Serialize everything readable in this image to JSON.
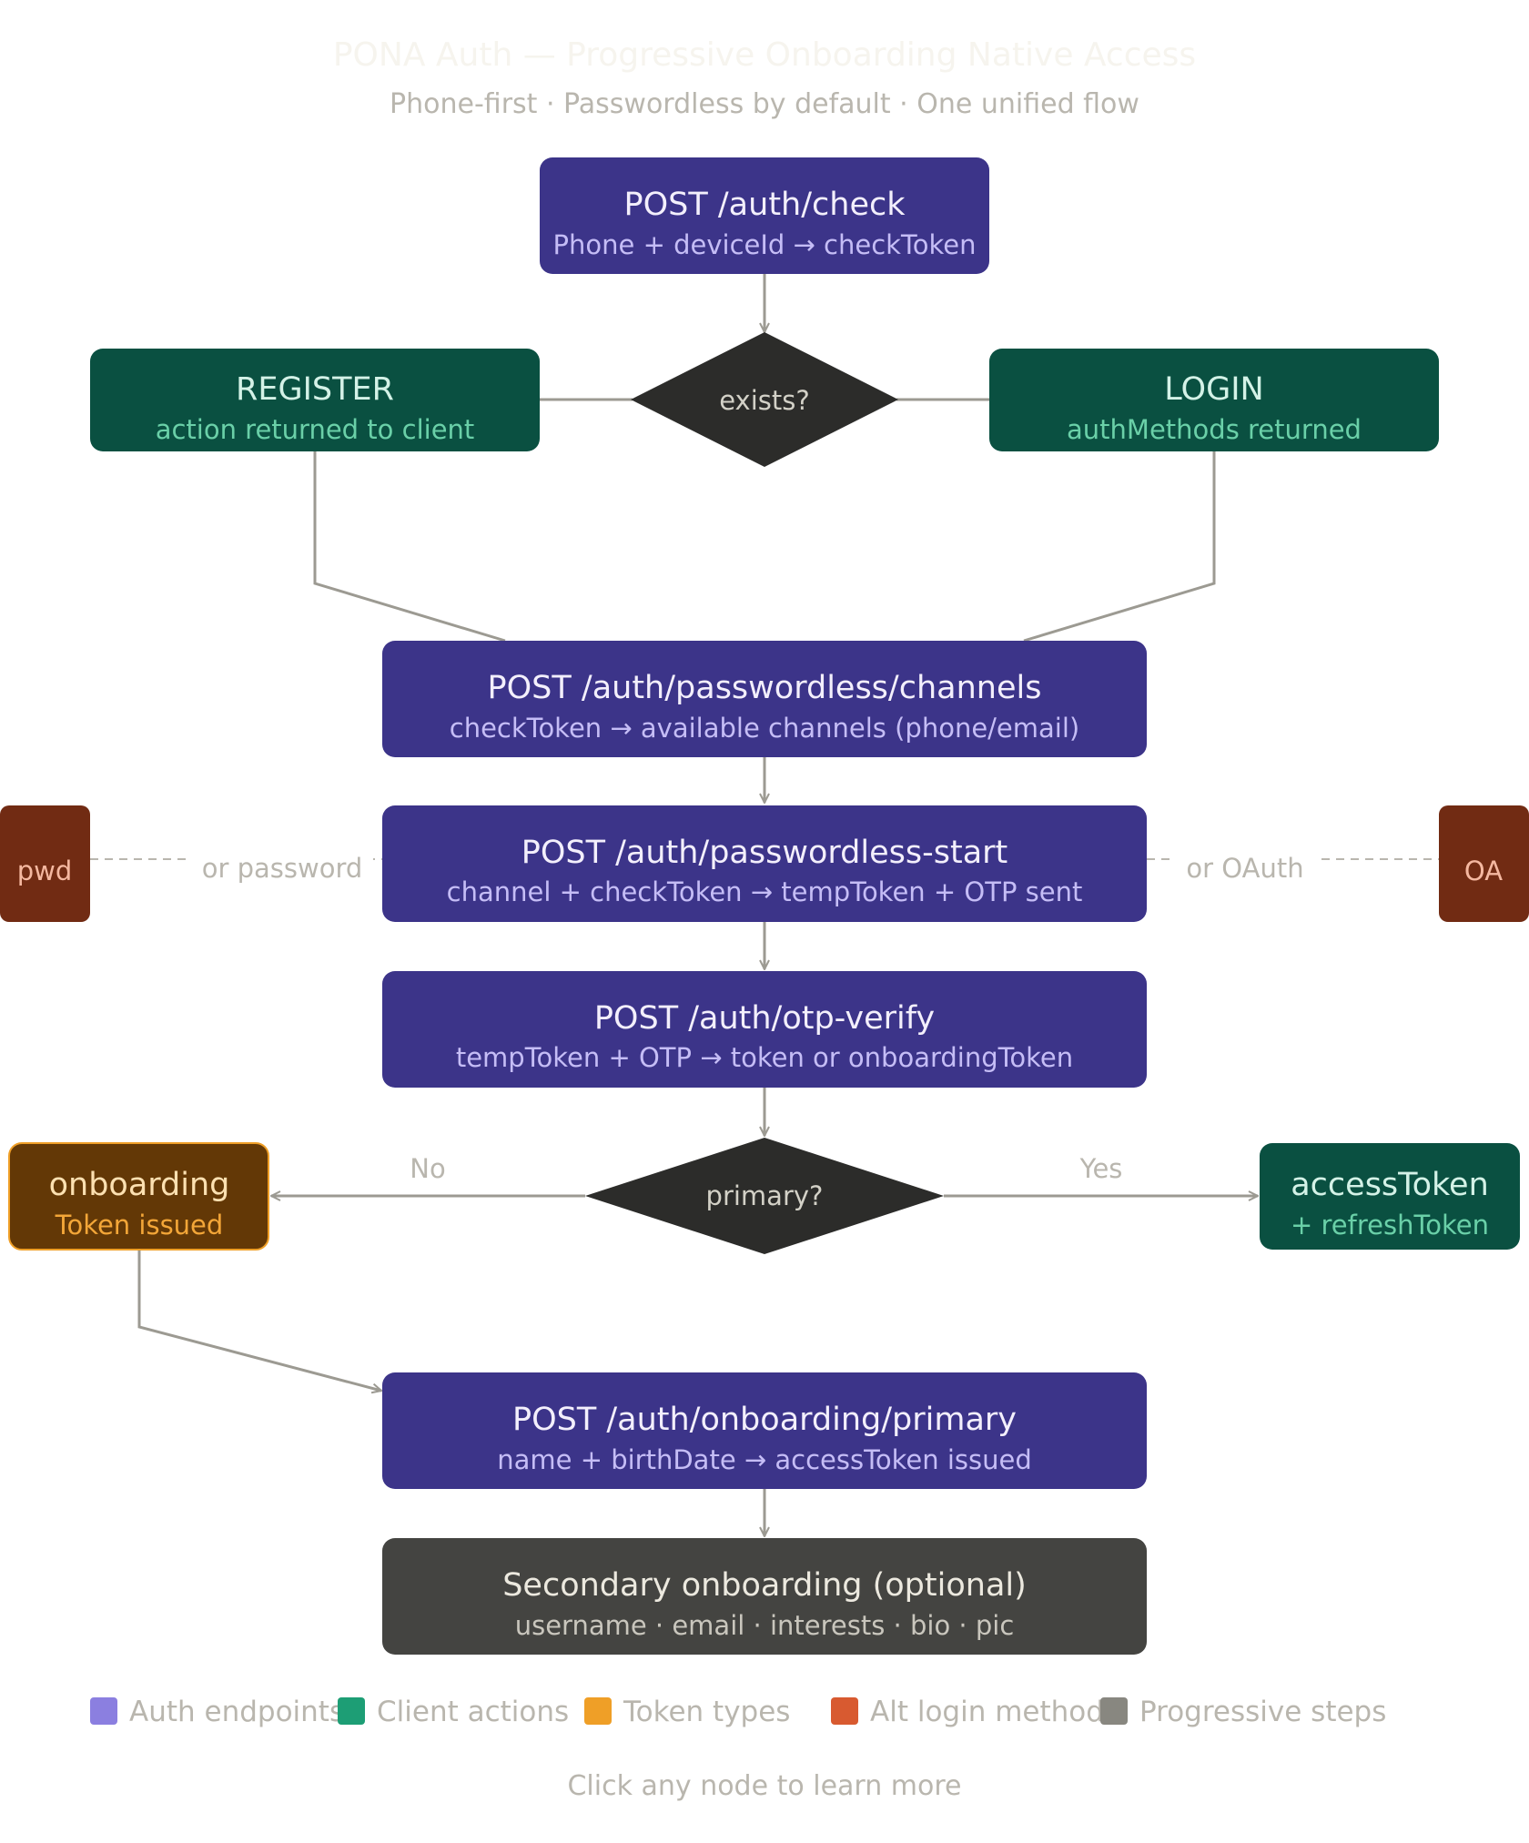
{
  "diagram": {
    "title": "PONA Auth — Progressive Onboarding Native Access",
    "subtitle": "Phone-first · Passwordless by default · One unified flow",
    "footer": "Click any node to learn more"
  },
  "colors": {
    "endpoint_fill": "#3c3489",
    "endpoint_sub": "#c5bdf6",
    "client_fill": "#0a5041",
    "client_title": "#d4f2e7",
    "client_sub": "#6ad0a8",
    "token_fill": "#633806",
    "token_stroke": "#ef9f27",
    "token_title": "#fce0b1",
    "token_sub": "#f3a638",
    "alt_fill": "#712b13",
    "alt_text": "#f5b8a0",
    "decision_fill": "#2c2c2a",
    "decision_text": "#d3d1c7",
    "progressive_fill": "#444441",
    "progressive_title": "#ece9df",
    "progressive_sub": "#c9c6bd",
    "edge": "#9c9a92",
    "muted_text": "#b9b6ae"
  },
  "nodes": {
    "check": {
      "title": "POST /auth/check",
      "sub": "Phone + deviceId → checkToken",
      "kind": "endpoint"
    },
    "exists": {
      "label": "exists?",
      "kind": "decision"
    },
    "register": {
      "title": "REGISTER",
      "sub": "action returned to client",
      "kind": "client"
    },
    "login": {
      "title": "LOGIN",
      "sub": "authMethods returned",
      "kind": "client"
    },
    "channels": {
      "title": "POST /auth/passwordless/channels",
      "sub": "checkToken → available channels (phone/email)",
      "kind": "endpoint"
    },
    "start": {
      "title": "POST /auth/passwordless-start",
      "sub": "channel + checkToken → tempToken + OTP sent",
      "kind": "endpoint"
    },
    "pwd": {
      "label": "pwd",
      "kind": "alt"
    },
    "oa": {
      "label": "OA",
      "kind": "alt"
    },
    "verify": {
      "title": "POST /auth/otp-verify",
      "sub": "tempToken + OTP → token or onboardingToken",
      "kind": "endpoint"
    },
    "primary": {
      "label": "primary?",
      "kind": "decision"
    },
    "onboarding": {
      "title": "onboarding",
      "sub": "Token issued",
      "kind": "token"
    },
    "access": {
      "title": "accessToken",
      "sub": "+ refreshToken",
      "kind": "client"
    },
    "ob_primary": {
      "title": "POST /auth/onboarding/primary",
      "sub": "name + birthDate → accessToken issued",
      "kind": "endpoint"
    },
    "secondary": {
      "title": "Secondary onboarding (optional)",
      "sub": "username · email · interests · bio · pic",
      "kind": "progressive"
    }
  },
  "edges": [
    {
      "from": "check",
      "to": "exists",
      "arrow": true
    },
    {
      "from": "exists",
      "to": "register",
      "arrow": false
    },
    {
      "from": "exists",
      "to": "login",
      "arrow": false
    },
    {
      "from": "register",
      "to": "channels",
      "arrow": false
    },
    {
      "from": "login",
      "to": "channels",
      "arrow": false
    },
    {
      "from": "channels",
      "to": "start",
      "arrow": true
    },
    {
      "from": "pwd",
      "to": "start",
      "label": "or password",
      "dashed": true
    },
    {
      "from": "oa",
      "to": "start",
      "label": "or OAuth",
      "dashed": true
    },
    {
      "from": "start",
      "to": "verify",
      "arrow": true
    },
    {
      "from": "verify",
      "to": "primary",
      "arrow": true
    },
    {
      "from": "primary",
      "to": "onboarding",
      "label": "No",
      "arrow": true
    },
    {
      "from": "primary",
      "to": "access",
      "label": "Yes",
      "arrow": true
    },
    {
      "from": "onboarding",
      "to": "ob_primary",
      "arrow": true
    },
    {
      "from": "ob_primary",
      "to": "secondary",
      "arrow": true
    }
  ],
  "legend": [
    {
      "label": "Auth endpoints",
      "color": "#8b7fe0"
    },
    {
      "label": "Client actions",
      "color": "#1d9e75"
    },
    {
      "label": "Token types",
      "color": "#ef9f27"
    },
    {
      "label": "Alt login methods",
      "color": "#d85a30"
    },
    {
      "label": "Progressive steps",
      "color": "#888780"
    }
  ]
}
